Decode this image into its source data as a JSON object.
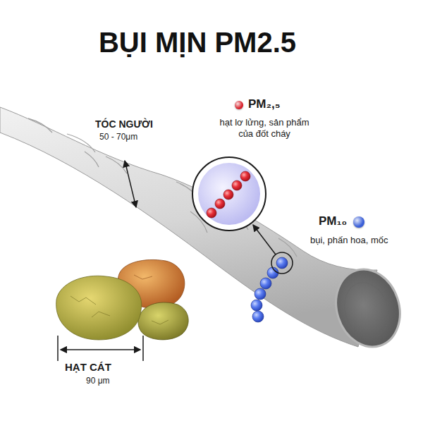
{
  "diagram": {
    "title": "BỤI MỊN PM2.5",
    "labels": [
      "hạt lơ lửng, sản phẩm của đốt cháy",
      "bụi, phấn hoa, mốc",
      "TÓC NGƯỜI",
      "50 - 70μm",
      "HẠT CÁT",
      "90 μm"
    ],
    "legend": [
      {
        "text": "PM₂,₅",
        "color": "#d9202a"
      },
      {
        "text": "PM₁₀",
        "color": "#3a5fd8"
      }
    ]
  }
}
